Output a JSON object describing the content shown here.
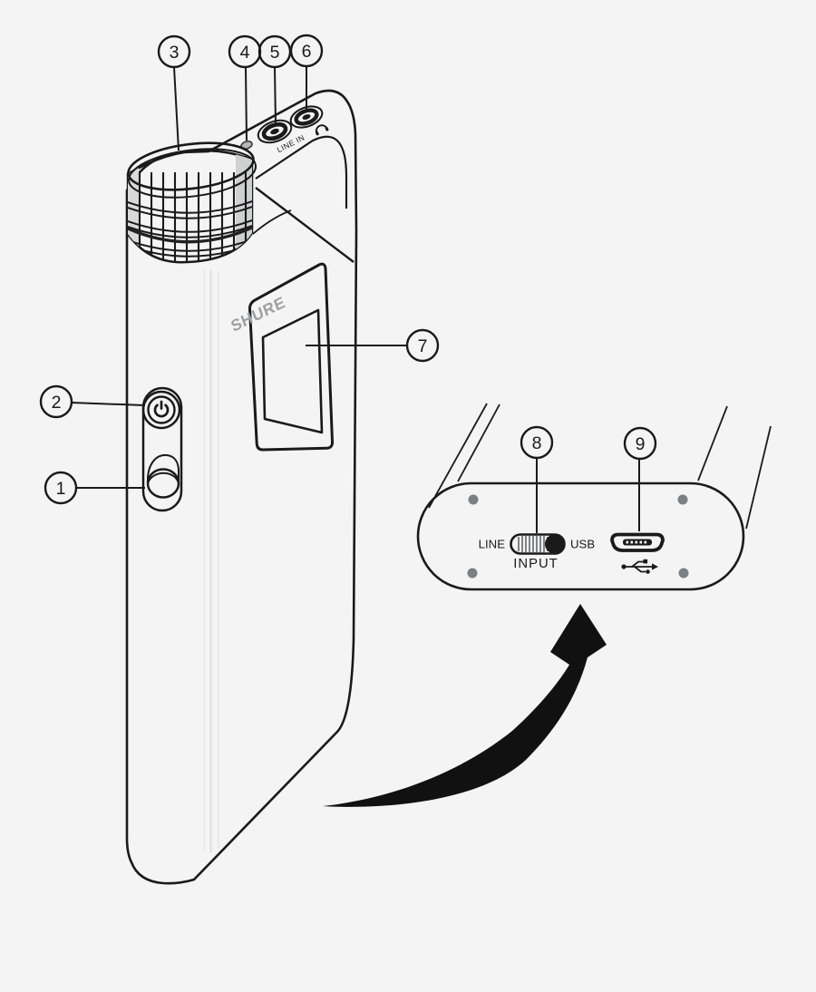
{
  "figure": {
    "type": "product-diagram",
    "background": "#f4f4f5",
    "ink": "#1a1a1a"
  },
  "device": {
    "brand_logo": "SHURE",
    "line_in_label": "LINE IN"
  },
  "bottom_view": {
    "line_label": "LINE",
    "usb_label": "USB",
    "input_label": "INPUT"
  },
  "icons": {
    "headphone": "headphone-icon",
    "usb_trident": "usb-icon",
    "power": "power-icon"
  },
  "callouts": [
    {
      "num": "1"
    },
    {
      "num": "2"
    },
    {
      "num": "3"
    },
    {
      "num": "4"
    },
    {
      "num": "5"
    },
    {
      "num": "6"
    },
    {
      "num": "7"
    },
    {
      "num": "8"
    },
    {
      "num": "9"
    }
  ],
  "colors": {
    "mic_top": "#5d6165",
    "mic_rim": "#c3c5c7",
    "grille_shade": "#d7d9da",
    "panel": "#66696c",
    "logo": "#9d9fa1",
    "screen": "#edeff0",
    "button_ring": "#e8e9ea",
    "knob": "#e2e4e5",
    "slider_shadow": "#96989b",
    "screw": "#7d8083",
    "switch_ridge_bg": "#c8cacc"
  }
}
